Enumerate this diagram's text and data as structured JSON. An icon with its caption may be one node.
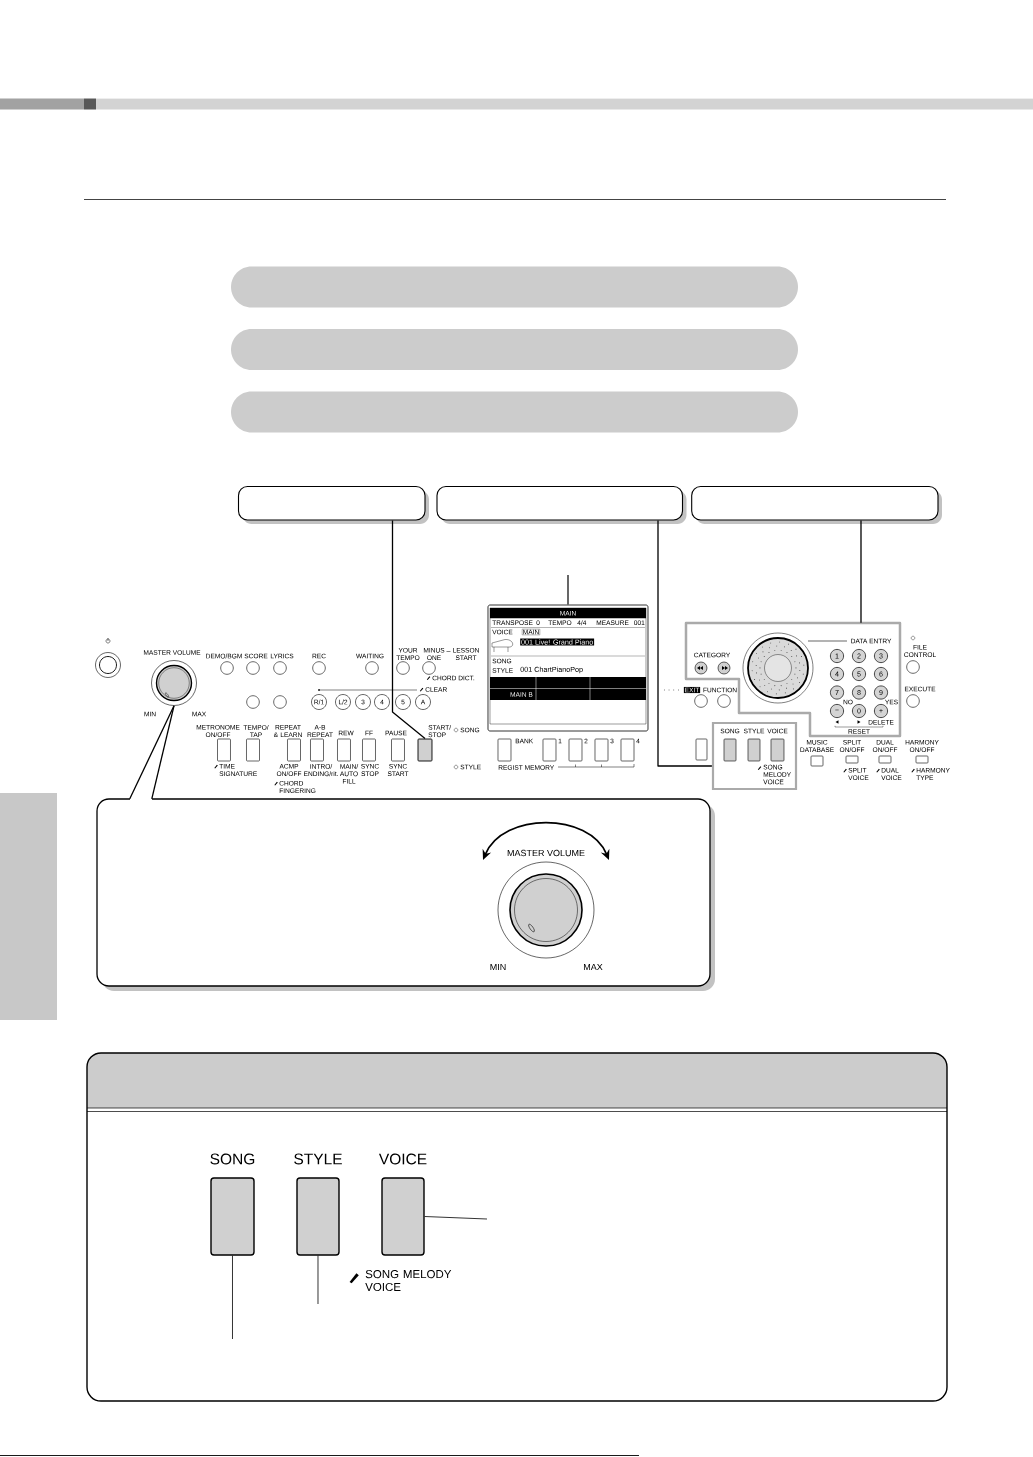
{
  "diagram": {
    "nodes": [
      {
        "text": [],
        "shape": "bar"
      },
      {
        "text": [],
        "shape": "bar"
      },
      {
        "text": [],
        "shape": "bar"
      },
      {
        "text": [],
        "shape": "box"
      },
      {
        "text": [],
        "shape": "box"
      },
      {
        "text": [],
        "shape": "box"
      },
      {
        "text": [
          "MASTER VOLUME"
        ],
        "beside": [
          "MIN",
          "MAX"
        ]
      },
      {
        "text": [],
        "shape": "box"
      },
      {
        "text": [
          "MAIN",
          "TRANSPOSE",
          "0",
          "TEMPO",
          "4/4",
          "MEASURE",
          "001",
          "VOICE",
          "MAIN",
          "001 Live! Grand Piano",
          "SONG",
          "STYLE",
          "001 ChartPianoPop",
          "MAIN B"
        ]
      },
      {
        "text": [
          "SONG",
          "STYLE",
          "VOICE",
          "SONG MELODY VOICE"
        ]
      },
      {
        "text": [
          "CATEGORY",
          "DATA ENTRY",
          "1",
          "2",
          "3",
          "4",
          "5",
          "6",
          "7",
          "8",
          "9",
          "−",
          "0",
          "+",
          "NO",
          "YES",
          "DELETE",
          "RESET"
        ]
      },
      {
        "text": [
          "MASTER VOLUME",
          "MIN",
          "MAX"
        ]
      },
      {
        "text": [],
        "shape": "box"
      },
      {
        "text": [
          "SONG"
        ],
        "in": 12
      },
      {
        "text": [
          "STYLE"
        ],
        "in": 12
      },
      {
        "text": [
          "VOICE",
          "SONG MELODY VOICE"
        ],
        "in": 12
      },
      {
        "text": [],
        "shape": "box"
      }
    ],
    "edges": [
      {
        "from": 3,
        "to": 7,
        "arrow": "none"
      },
      {
        "from": 4,
        "to": 9,
        "arrow": "none"
      },
      {
        "from": 5,
        "to": 10,
        "arrow": "none"
      },
      {
        "from": null,
        "to": 8,
        "arrow": "none"
      },
      {
        "from": 11,
        "to": 6,
        "arrow": "none"
      },
      {
        "from": 11,
        "to": 6,
        "arrow": "none"
      },
      {
        "from": null,
        "to": 13,
        "arrow": "none"
      },
      {
        "from": null,
        "to": 14,
        "arrow": "none"
      },
      {
        "from": null,
        "to": 15,
        "arrow": "none"
      }
    ],
    "labels": [
      "DEMO/BGM",
      "SCORE",
      "LYRICS",
      "REC",
      "WAITING",
      "YOUR TEMPO",
      "MINUS ONE",
      "LESSON START",
      "CHORD DICT.",
      "R/1",
      "L/2",
      "3",
      "4",
      "5",
      "A",
      "CLEAR",
      "METRONOME ON/OFF",
      "TEMPO/ TAP",
      "REPEAT & LEARN",
      "A-B REPEAT",
      "REW",
      "FF",
      "PAUSE",
      "START/ STOP",
      "SONG",
      "STYLE",
      "TIME SIGNATURE",
      "ACMP ON/OFF",
      "CHORD FINGERING",
      "INTRO/ ENDING/rit.",
      "MAIN/ AUTO FILL",
      "SYNC STOP",
      "SYNC START",
      "BANK",
      "1",
      "2",
      "3",
      "4",
      "REGIST MEMORY",
      "EXIT",
      "FUNCTION",
      "FILE CONTROL",
      "EXECUTE",
      "MUSIC DATABASE",
      "SPLIT ON/OFF",
      "DUAL ON/OFF",
      "HARMONY ON/OFF",
      "SPLIT VOICE",
      "DUAL VOICE",
      "HARMONY TYPE"
    ]
  }
}
